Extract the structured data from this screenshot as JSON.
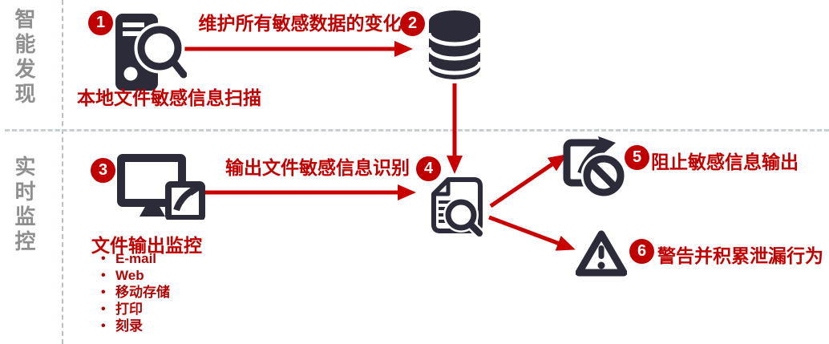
{
  "diagram": {
    "title_hint": "DLP 数据防泄漏流程图",
    "sections": {
      "discovery_label": "智能发现",
      "monitoring_label": "实时监控"
    },
    "steps": [
      {
        "num": "1",
        "caption": "本地文件敏感信息扫描",
        "icon": "computer-scan-icon"
      },
      {
        "num": "2",
        "icon": "database-icon"
      },
      {
        "num": "3",
        "caption": "文件输出监控",
        "icon": "monitor-export-icon"
      },
      {
        "num": "4",
        "icon": "document-search-icon"
      },
      {
        "num": "5",
        "caption": "阻止敏感信息输出",
        "icon": "block-output-icon"
      },
      {
        "num": "6",
        "caption": "警告并积累泄漏行为",
        "icon": "warning-icon"
      }
    ],
    "arrow_labels": {
      "maintain": "维护所有敏感数据的变化",
      "identify": "输出文件敏感信息识别"
    },
    "monitor_channels": [
      "E-mail",
      "Web",
      "移动存储",
      "打印",
      "刻录"
    ],
    "colors": {
      "red": "#c00000",
      "arrow_red": "#c90000",
      "navy": "#2b2b3a",
      "gray_label": "#8f8f8f"
    }
  }
}
